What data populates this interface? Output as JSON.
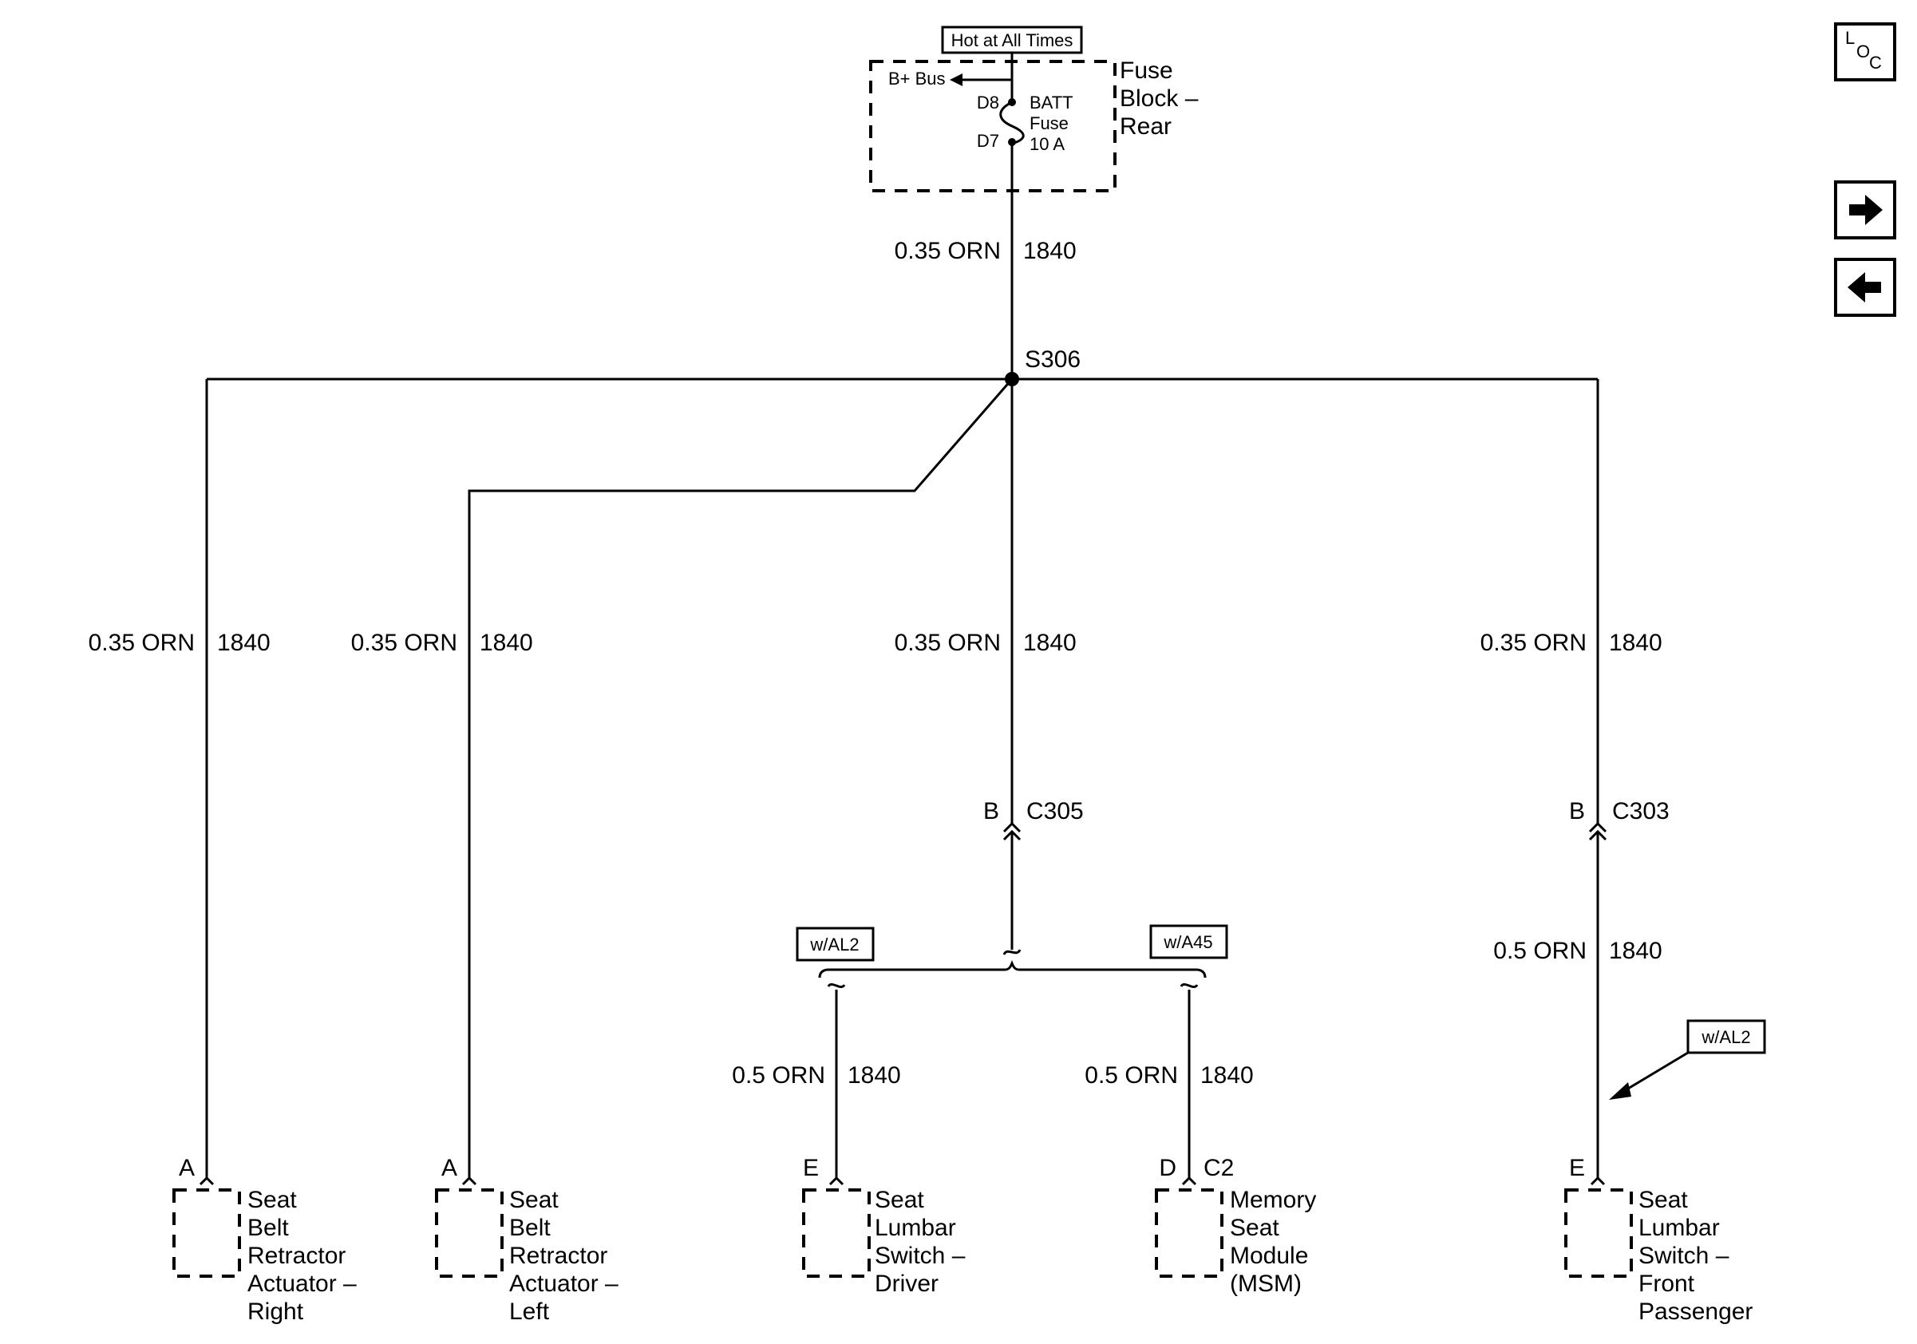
{
  "fuse_block": {
    "hot_label": "Hot at All Times",
    "bus_label": "B+ Bus",
    "pin_top": "D8",
    "pin_bottom": "D7",
    "fuse_name": "BATT",
    "fuse_word": "Fuse",
    "fuse_rating": "10 A",
    "name_lines": [
      "Fuse",
      "Block –",
      "Rear"
    ]
  },
  "main_wire": {
    "gauge": "0.35 ORN",
    "circuit": "1840"
  },
  "splice": "S306",
  "branches": {
    "right_actuator": {
      "gauge": "0.35 ORN",
      "circuit": "1840",
      "pin": "A",
      "name_lines": [
        "Seat",
        "Belt",
        "Retractor",
        "Actuator –",
        "Right"
      ]
    },
    "left_actuator": {
      "gauge": "0.35 ORN",
      "circuit": "1840",
      "pin": "A",
      "name_lines": [
        "Seat",
        "Belt",
        "Retractor",
        "Actuator –",
        "Left"
      ]
    },
    "center": {
      "gauge": "0.35 ORN",
      "circuit": "1840",
      "connector_pin": "B",
      "connector": "C305"
    },
    "driver_lumbar": {
      "option": "w/AL2",
      "gauge": "0.5 ORN",
      "circuit": "1840",
      "pin": "E",
      "name_lines": [
        "Seat",
        "Lumbar",
        "Switch –",
        "Driver"
      ]
    },
    "memory_module": {
      "option": "w/A45",
      "gauge": "0.5 ORN",
      "circuit": "1840",
      "pin": "D",
      "connector": "C2",
      "name_lines": [
        "Memory",
        "Seat",
        "Module",
        "(MSM)"
      ]
    },
    "passenger": {
      "gauge_upper": "0.35 ORN",
      "circuit_upper": "1840",
      "connector_pin": "B",
      "connector": "C303",
      "gauge_lower": "0.5 ORN",
      "circuit_lower": "1840",
      "option": "w/AL2",
      "pin": "E",
      "name_lines": [
        "Seat",
        "Lumbar",
        "Switch –",
        "Front",
        "Passenger"
      ]
    }
  },
  "nav": {
    "loc_letters": [
      "L",
      "O",
      "C"
    ],
    "next_icon": "arrow-right-icon",
    "prev_icon": "arrow-left-icon"
  }
}
